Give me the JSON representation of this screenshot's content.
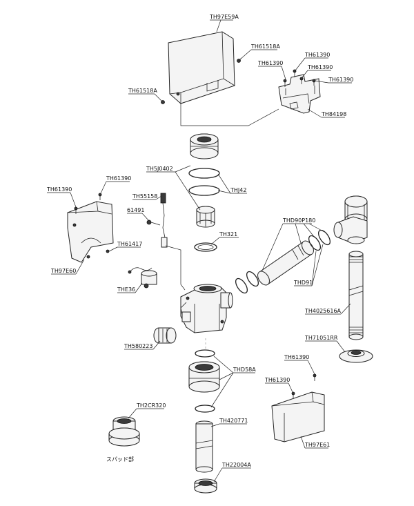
{
  "diagram": {
    "labels": {
      "th97e59a": "TH97E59A",
      "th61518a_top": "TH61518A",
      "th61518a_left": "TH61518A",
      "th61390_a": "TH61390",
      "th61390_b": "TH61390",
      "th61390_c": "TH61390",
      "th61390_d": "TH61390",
      "th84198": "TH84198",
      "th5j0402": "TH5J0402",
      "thj42": "THJ42",
      "th61390_left1": "TH61390",
      "th61390_left2": "TH61390",
      "th55158": "TH55158",
      "n61491": "61491",
      "th61417": "TH61417",
      "th97e60": "TH97E60",
      "th321": "TH321",
      "thd90p180": "THD90P180",
      "thd91": "THD91",
      "the36": "THE36",
      "th4025616a": "TH4025616A",
      "th71051rr": "TH71051RR",
      "th580223": "TH580223",
      "thd58a": "THD58A",
      "th61390_r1": "TH61390",
      "th61390_r2": "TH61390",
      "th2cr320": "TH2CR320",
      "th420771": "TH420771",
      "th97e61": "TH97E61",
      "spud": "スパッド部",
      "th22004a": "TH22004A"
    }
  }
}
